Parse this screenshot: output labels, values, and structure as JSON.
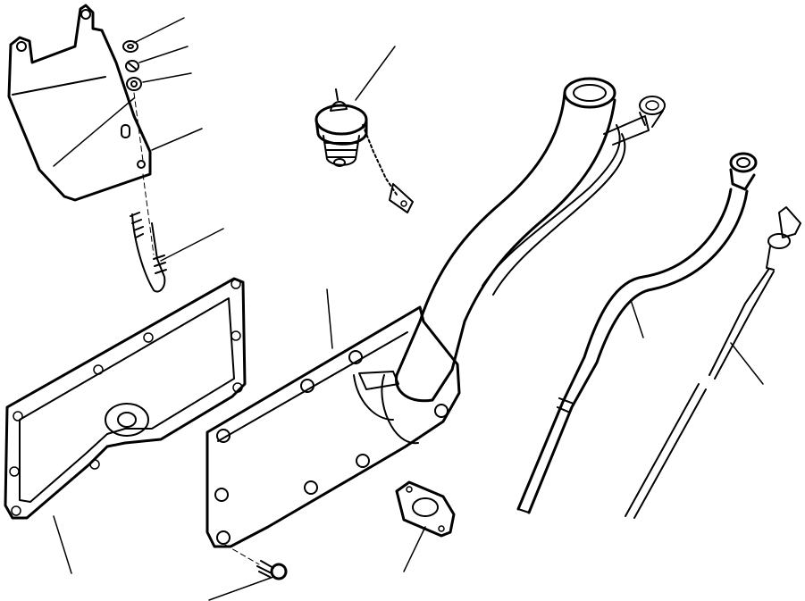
{
  "drawing": {
    "style": "exploded parts view, black line art on white",
    "background": "#ffffff",
    "line_color": "#000000"
  },
  "parts": [
    {
      "id": "bracket",
      "icon": "mounting-bracket"
    },
    {
      "id": "washer",
      "icon": "washer"
    },
    {
      "id": "lock-washer",
      "icon": "lock-washer"
    },
    {
      "id": "nut",
      "icon": "nut"
    },
    {
      "id": "stud",
      "icon": "threaded-stud"
    },
    {
      "id": "breather-cap",
      "icon": "breather-cap-with-chain"
    },
    {
      "id": "filler-tube",
      "icon": "oil-filler-tube"
    },
    {
      "id": "side-cover",
      "icon": "side-cover"
    },
    {
      "id": "cover-gasket",
      "icon": "gasket"
    },
    {
      "id": "small-gasket",
      "icon": "small-gasket"
    },
    {
      "id": "cap-screw",
      "icon": "cap-screw"
    },
    {
      "id": "dipstick-tube",
      "icon": "dipstick-tube"
    },
    {
      "id": "dipstick",
      "icon": "dipstick"
    }
  ],
  "leader_count": 13
}
